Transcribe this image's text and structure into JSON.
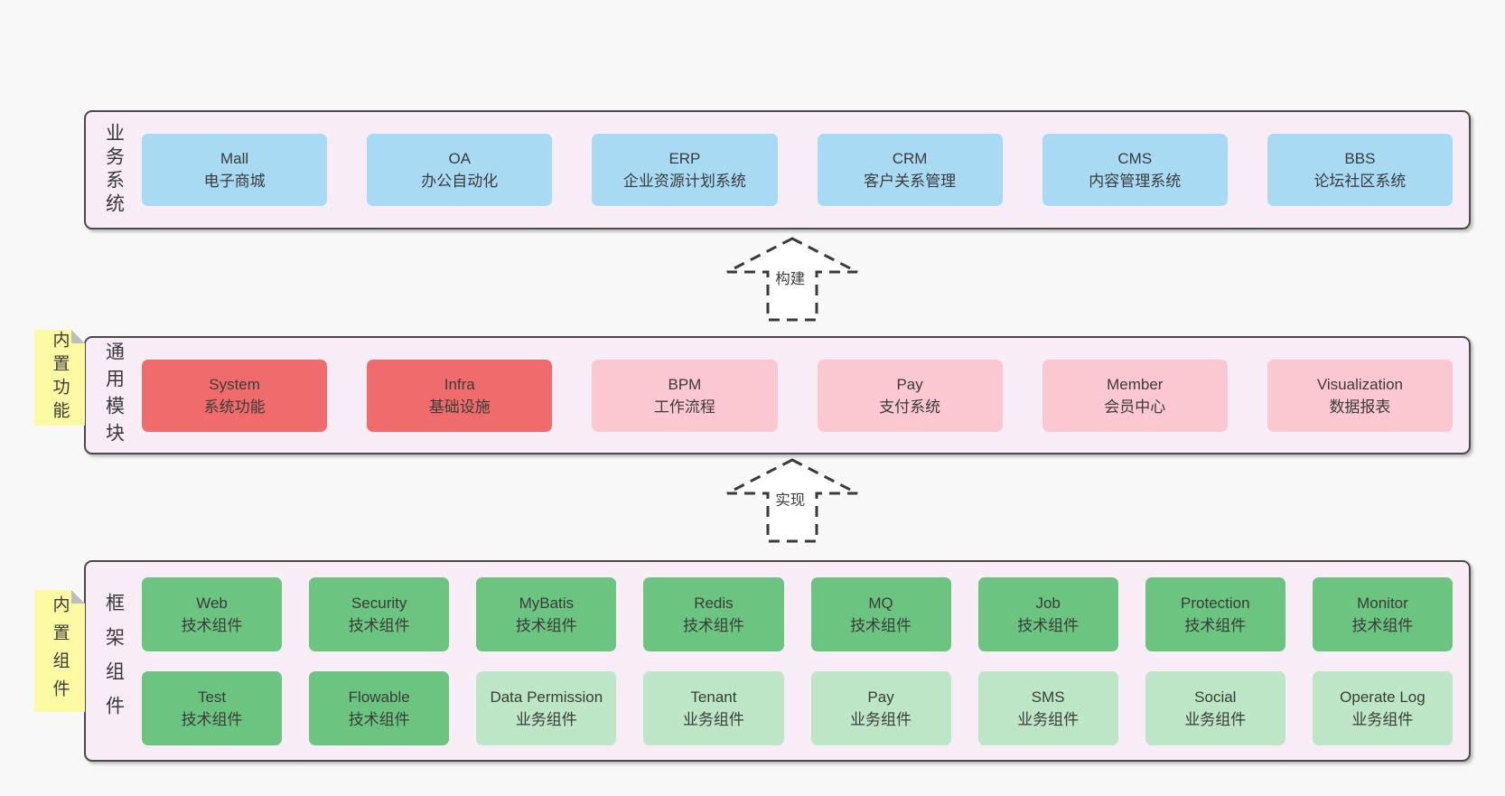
{
  "layers": [
    {
      "label": "业务系统",
      "boxes": [
        {
          "title": "Mall",
          "subtitle": "电子商城"
        },
        {
          "title": "OA",
          "subtitle": "办公自动化"
        },
        {
          "title": "ERP",
          "subtitle": "企业资源计划系统"
        },
        {
          "title": "CRM",
          "subtitle": "客户关系管理"
        },
        {
          "title": "CMS",
          "subtitle": "内容管理系统"
        },
        {
          "title": "BBS",
          "subtitle": "论坛社区系统"
        }
      ]
    },
    {
      "label": "通用模块",
      "note": "内置功能",
      "boxes": [
        {
          "title": "System",
          "subtitle": "系统功能"
        },
        {
          "title": "Infra",
          "subtitle": "基础设施"
        },
        {
          "title": "BPM",
          "subtitle": "工作流程"
        },
        {
          "title": "Pay",
          "subtitle": "支付系统"
        },
        {
          "title": "Member",
          "subtitle": "会员中心"
        },
        {
          "title": "Visualization",
          "subtitle": "数据报表"
        }
      ]
    },
    {
      "label": "框架组件",
      "note": "内置组件",
      "rows": [
        [
          {
            "title": "Web",
            "subtitle": "技术组件"
          },
          {
            "title": "Security",
            "subtitle": "技术组件"
          },
          {
            "title": "MyBatis",
            "subtitle": "技术组件"
          },
          {
            "title": "Redis",
            "subtitle": "技术组件"
          },
          {
            "title": "MQ",
            "subtitle": "技术组件"
          },
          {
            "title": "Job",
            "subtitle": "技术组件"
          },
          {
            "title": "Protection",
            "subtitle": "技术组件"
          },
          {
            "title": "Monitor",
            "subtitle": "技术组件"
          }
        ],
        [
          {
            "title": "Test",
            "subtitle": "技术组件"
          },
          {
            "title": "Flowable",
            "subtitle": "技术组件"
          },
          {
            "title": "Data Permission",
            "subtitle": "业务组件"
          },
          {
            "title": "Tenant",
            "subtitle": "业务组件"
          },
          {
            "title": "Pay",
            "subtitle": "业务组件"
          },
          {
            "title": "SMS",
            "subtitle": "业务组件"
          },
          {
            "title": "Social",
            "subtitle": "业务组件"
          },
          {
            "title": "Operate Log",
            "subtitle": "业务组件"
          }
        ]
      ]
    }
  ],
  "arrows": [
    {
      "label": "构建"
    },
    {
      "label": "实现"
    }
  ],
  "colors": {
    "page_bg": "#f8f8f8",
    "layer_bg": "#f8ecf6",
    "layer_border": "#4a4a4a",
    "business_system_box": "#a9daf3",
    "core_module_box": "#f06c6c",
    "optional_module_box": "#fbc8d1",
    "tech_component_box": "#6cc481",
    "biz_component_box": "#bde6c6",
    "sticky_note_bg": "#fbf9a1",
    "arrow_stroke": "#3a3a3a"
  }
}
